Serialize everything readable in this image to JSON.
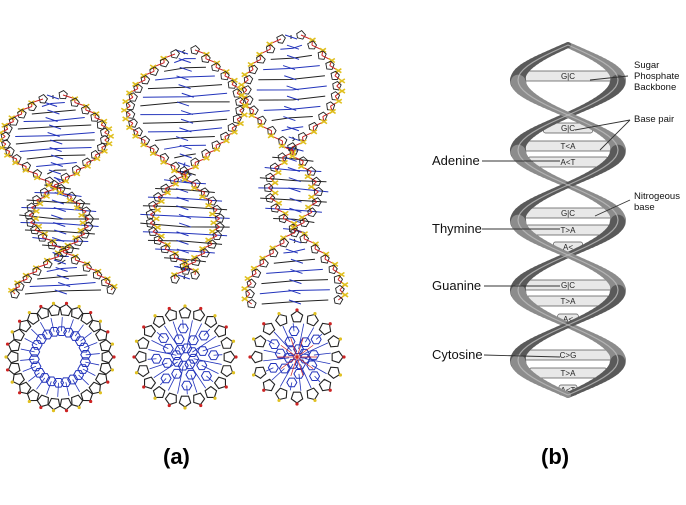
{
  "panels": {
    "a_label": "(a)",
    "b_label": "(b)"
  },
  "bases": {
    "adenine": "Adenine",
    "thymine": "Thymine",
    "guanine": "Guanine",
    "cytosine": "Cytosine"
  },
  "annotations": {
    "sugar_phosphate_line1": "Sugar",
    "sugar_phosphate_line2": "Phosphate",
    "sugar_phosphate_line3": "Backbone",
    "base_pair": "Base pair",
    "nitrogeous_line1": "Nitrogeous",
    "nitrogeous_line2": "base"
  },
  "rung_labels": [
    "G|C",
    "G|C",
    "T<A",
    "A<T",
    "G|C",
    "T>A",
    "A<",
    "G|C",
    "T>A",
    "A<",
    "C>G",
    "T>A",
    "A<T"
  ],
  "colors": {
    "ribbon_fill": "#8c8c8c",
    "ribbon_dark": "#5a5a5a",
    "rung_fill": "#e8e8e8",
    "bond_blue": "#2233bb",
    "bond_red": "#cc2222",
    "bond_yellow": "#e0c020",
    "bond_black": "#222222"
  }
}
